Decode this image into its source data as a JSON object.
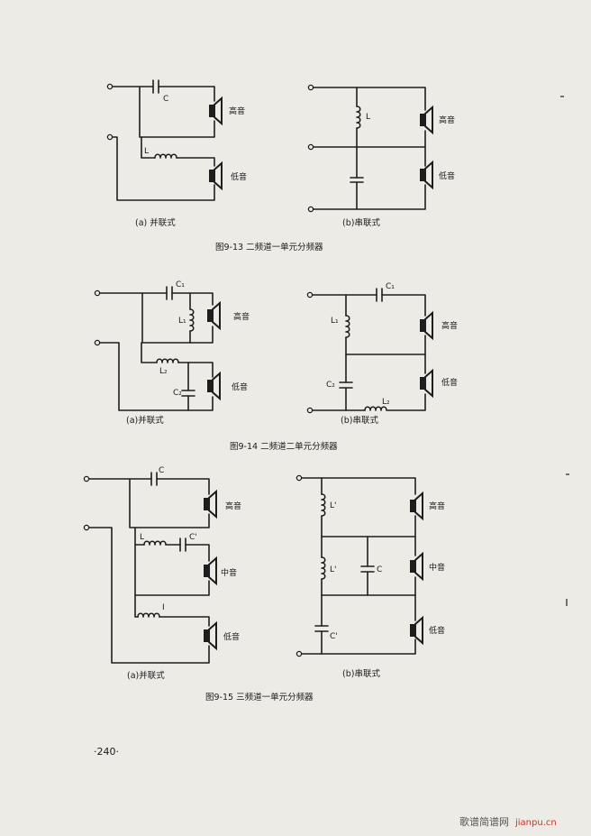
{
  "figures": {
    "fig13": {
      "caption": "图9-13 二频道一单元分频器",
      "a": {
        "sub": "(a)  并联式",
        "C": "C",
        "L": "L",
        "high": "高音",
        "low": "低音"
      },
      "b": {
        "sub": "(b)串联式",
        "L": "L",
        "high": "高音",
        "low": "低音"
      }
    },
    "fig14": {
      "caption": "图9-14 二频道二单元分频器",
      "a": {
        "sub": "(a)并联式",
        "C1": "C₁",
        "L1": "L₁",
        "L2": "L₂",
        "C2": "C₂",
        "high": "高音",
        "low": "低音"
      },
      "b": {
        "sub": "(b)串联式",
        "C1": "C₁",
        "L1": "L₁",
        "C2": "C₂",
        "L2": "L₂",
        "high": "高音",
        "low": "低音"
      }
    },
    "fig15": {
      "caption": "图9-15 三频道一单元分频器",
      "a": {
        "sub": "(a)并联式",
        "C": "C",
        "L": "L",
        "Cp": "C'",
        "Lp": "I",
        "high": "高音",
        "mid": "中音",
        "low": "低音"
      },
      "b": {
        "sub": "(b)串联式",
        "L": "L'",
        "Lp": "L'",
        "C": "C",
        "Cp": "C'",
        "high": "高音",
        "mid": "中音",
        "low": "低音"
      }
    }
  },
  "page_number": "·240·",
  "watermark": {
    "site": "歌谱简谱网",
    "url": "jianpu.cn"
  }
}
